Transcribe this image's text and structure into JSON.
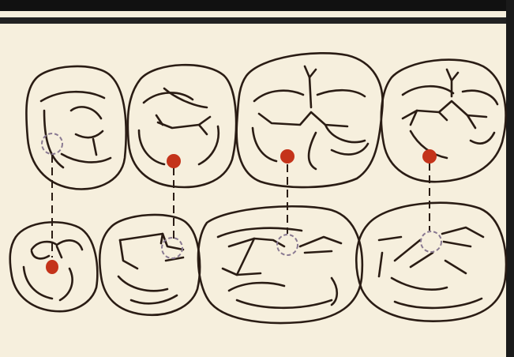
{
  "colors": {
    "background": "#f6efdd",
    "outline": "#2a1c14",
    "contact_mark": "#c4331a",
    "contact_circle": "#8a7a92",
    "header_bar": "#111111",
    "header_line": "#222222"
  },
  "diagram": {
    "upper_teeth": [
      {
        "name": "upper-tooth-1",
        "contact": "dashed-circle"
      },
      {
        "name": "upper-tooth-2",
        "contact": "red-dot"
      },
      {
        "name": "upper-tooth-3",
        "contact": "red-dot"
      },
      {
        "name": "upper-tooth-4",
        "contact": "red-dot"
      }
    ],
    "lower_teeth": [
      {
        "name": "lower-tooth-1",
        "contact": "red-dot"
      },
      {
        "name": "lower-tooth-2",
        "contact": "dashed-circle"
      },
      {
        "name": "lower-tooth-3",
        "contact": "dashed-circle"
      },
      {
        "name": "lower-tooth-4",
        "contact": "dashed-circle"
      }
    ],
    "connector_style": "dashed"
  }
}
